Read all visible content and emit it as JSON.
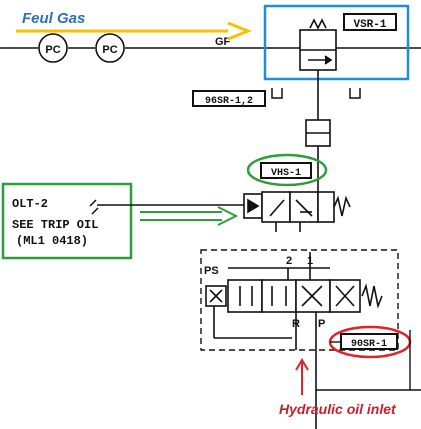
{
  "diagram": {
    "title": "Feul Gas",
    "pipe_labels": {
      "pc_1": "PC",
      "pc_2": "PC",
      "gf": "GF"
    },
    "valves": {
      "vsr": "VSR-1",
      "sr96": "96SR-1,2",
      "vhs": "VHS-1",
      "sr90": "90SR-1"
    },
    "olt_box": {
      "line1": "OLT-2",
      "line2": "SEE TRIP OIL",
      "line3": "(ML1 0418)"
    },
    "port_labels": {
      "ps": "PS",
      "two": "2",
      "one": "1",
      "r": "R",
      "p": "P"
    },
    "hydraulic_label": "Hydraulic oil inlet",
    "colors": {
      "fuel_gas_arrow": "#f5c200",
      "fuel_gas_text": "#2f6fb5",
      "vsr_highlight": "#1e8fd6",
      "green_highlight": "#2e9e3a",
      "red_highlight": "#e0232b",
      "ink": "#111111"
    }
  }
}
